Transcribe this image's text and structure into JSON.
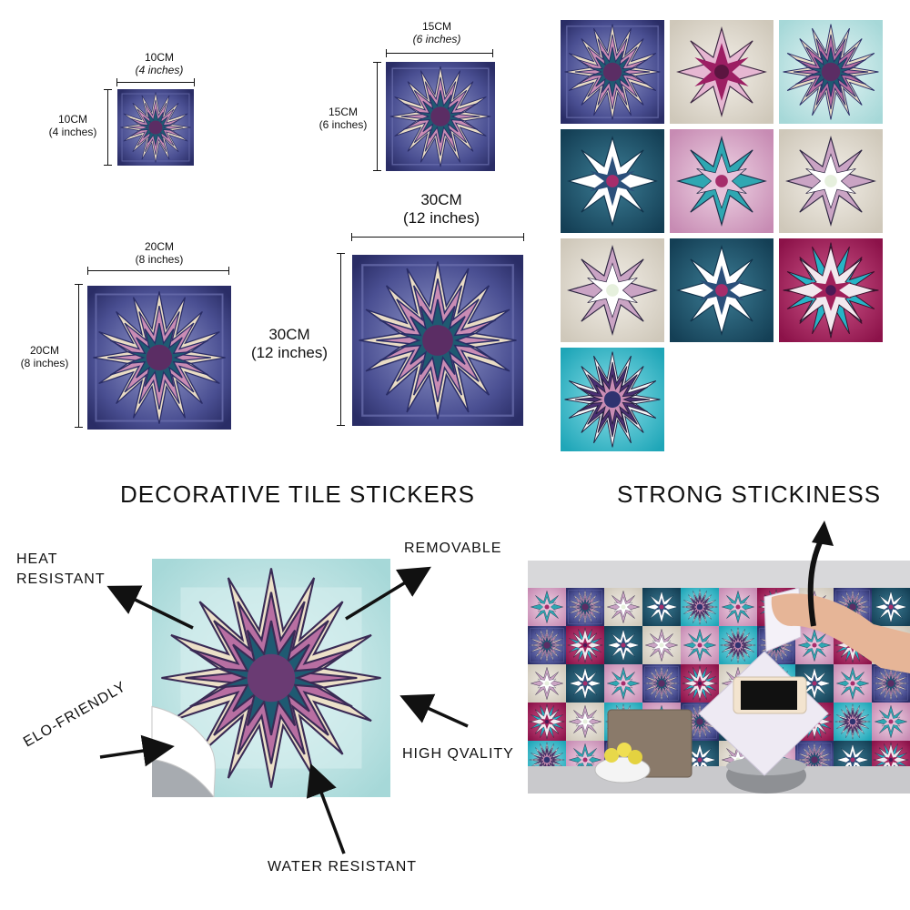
{
  "dimensions": {
    "tile_10": {
      "width_cm": "10CM",
      "width_in": "(4 inches)",
      "height_cm": "10CM",
      "height_in": "(4 inches)"
    },
    "tile_15": {
      "width_cm": "15CM",
      "width_in": "(6 inches)",
      "height_cm": "15CM",
      "height_in": "(6 inches)"
    },
    "tile_20": {
      "width_cm": "20CM",
      "width_in": "(8 inches)",
      "height_cm": "20CM",
      "height_in": "(8 inches)"
    },
    "tile_30": {
      "width_cm": "30CM",
      "width_in": "(12 inches)",
      "height_cm": "30CM",
      "height_in": "(12 inches)"
    }
  },
  "headings": {
    "left": "DECORATIVE TILE STICKERS",
    "right": "STRONG STICKINESS"
  },
  "features": {
    "heat": "HEAT RESISTANT",
    "removable": "REMOVABLE",
    "eco": "ELO-FRIENDLY",
    "quality": "HIGH QVALITY",
    "water": "WATER RESISTANT"
  },
  "colors": {
    "navy": "#2f3370",
    "beige": "#d9d3c8",
    "mint": "#bfe3e3",
    "teal": "#1f5a72",
    "pink": "#c98cb4",
    "magenta": "#a0205a",
    "cyan": "#27b4c6"
  }
}
